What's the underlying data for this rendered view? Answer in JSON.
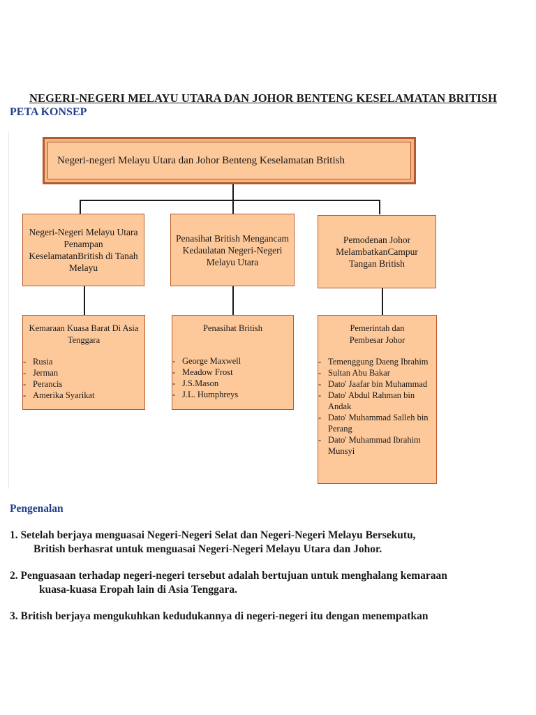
{
  "title": "NEGERI-NEGERI MELAYU UTARA DAN JOHOR BENTENG KESELAMATAN BRITISH",
  "subtitle": "PETA KONSEP",
  "concept_map": {
    "root": "Negeri-negeri Melayu Utara dan Johor Benteng Keselamatan British",
    "branches": [
      {
        "label": "Negeri-Negeri Melayu Utara Penampan KeselamatanBritish di Tanah Melayu",
        "child_heading": "Kemaraan Kuasa Barat Di Asia Tenggara",
        "items": [
          "Rusia",
          "Jerman",
          "Perancis",
          "Amerika Syarikat"
        ]
      },
      {
        "label": "Penasihat British Mengancam Kedaulatan Negeri-Negeri Melayu Utara",
        "child_heading": "Penasihat British",
        "items": [
          "George Maxwell",
          "Meadow Frost",
          "J.S.Mason",
          "J.L. Humphreys"
        ]
      },
      {
        "label": "Pemodenan Johor MelambatkanCampur Tangan British",
        "child_heading": "Pemerintah dan Pembesar Johor",
        "items": [
          "Temenggung Daeng Ibrahim",
          "Sultan Abu Bakar",
          "Dato' Jaafar bin Muhammad",
          "Dato' Abdul Rahman bin Andak",
          "Dato' Muhammad Salleh bin Perang",
          "Dato' Muhammad Ibrahim Munsyi"
        ]
      }
    ]
  },
  "section_heading": "Pengenalan",
  "paragraphs": [
    {
      "first": "1. Setelah berjaya menguasai Negeri-Negeri Selat dan Negeri-Negeri Melayu Bersekutu,",
      "rest": "British berhasrat untuk menguasai Negeri-Negeri Melayu Utara dan Johor."
    },
    {
      "first": "2. Penguasaan terhadap negeri-negeri tersebut adalah bertujuan untuk menghalang kemaraan",
      "rest": "kuasa-kuasa Eropah lain di Asia Tenggara."
    },
    {
      "first": "3. British berjaya mengukuhkan kedudukannya di negeri-negeri itu dengan menempatkan",
      "rest": ""
    }
  ]
}
